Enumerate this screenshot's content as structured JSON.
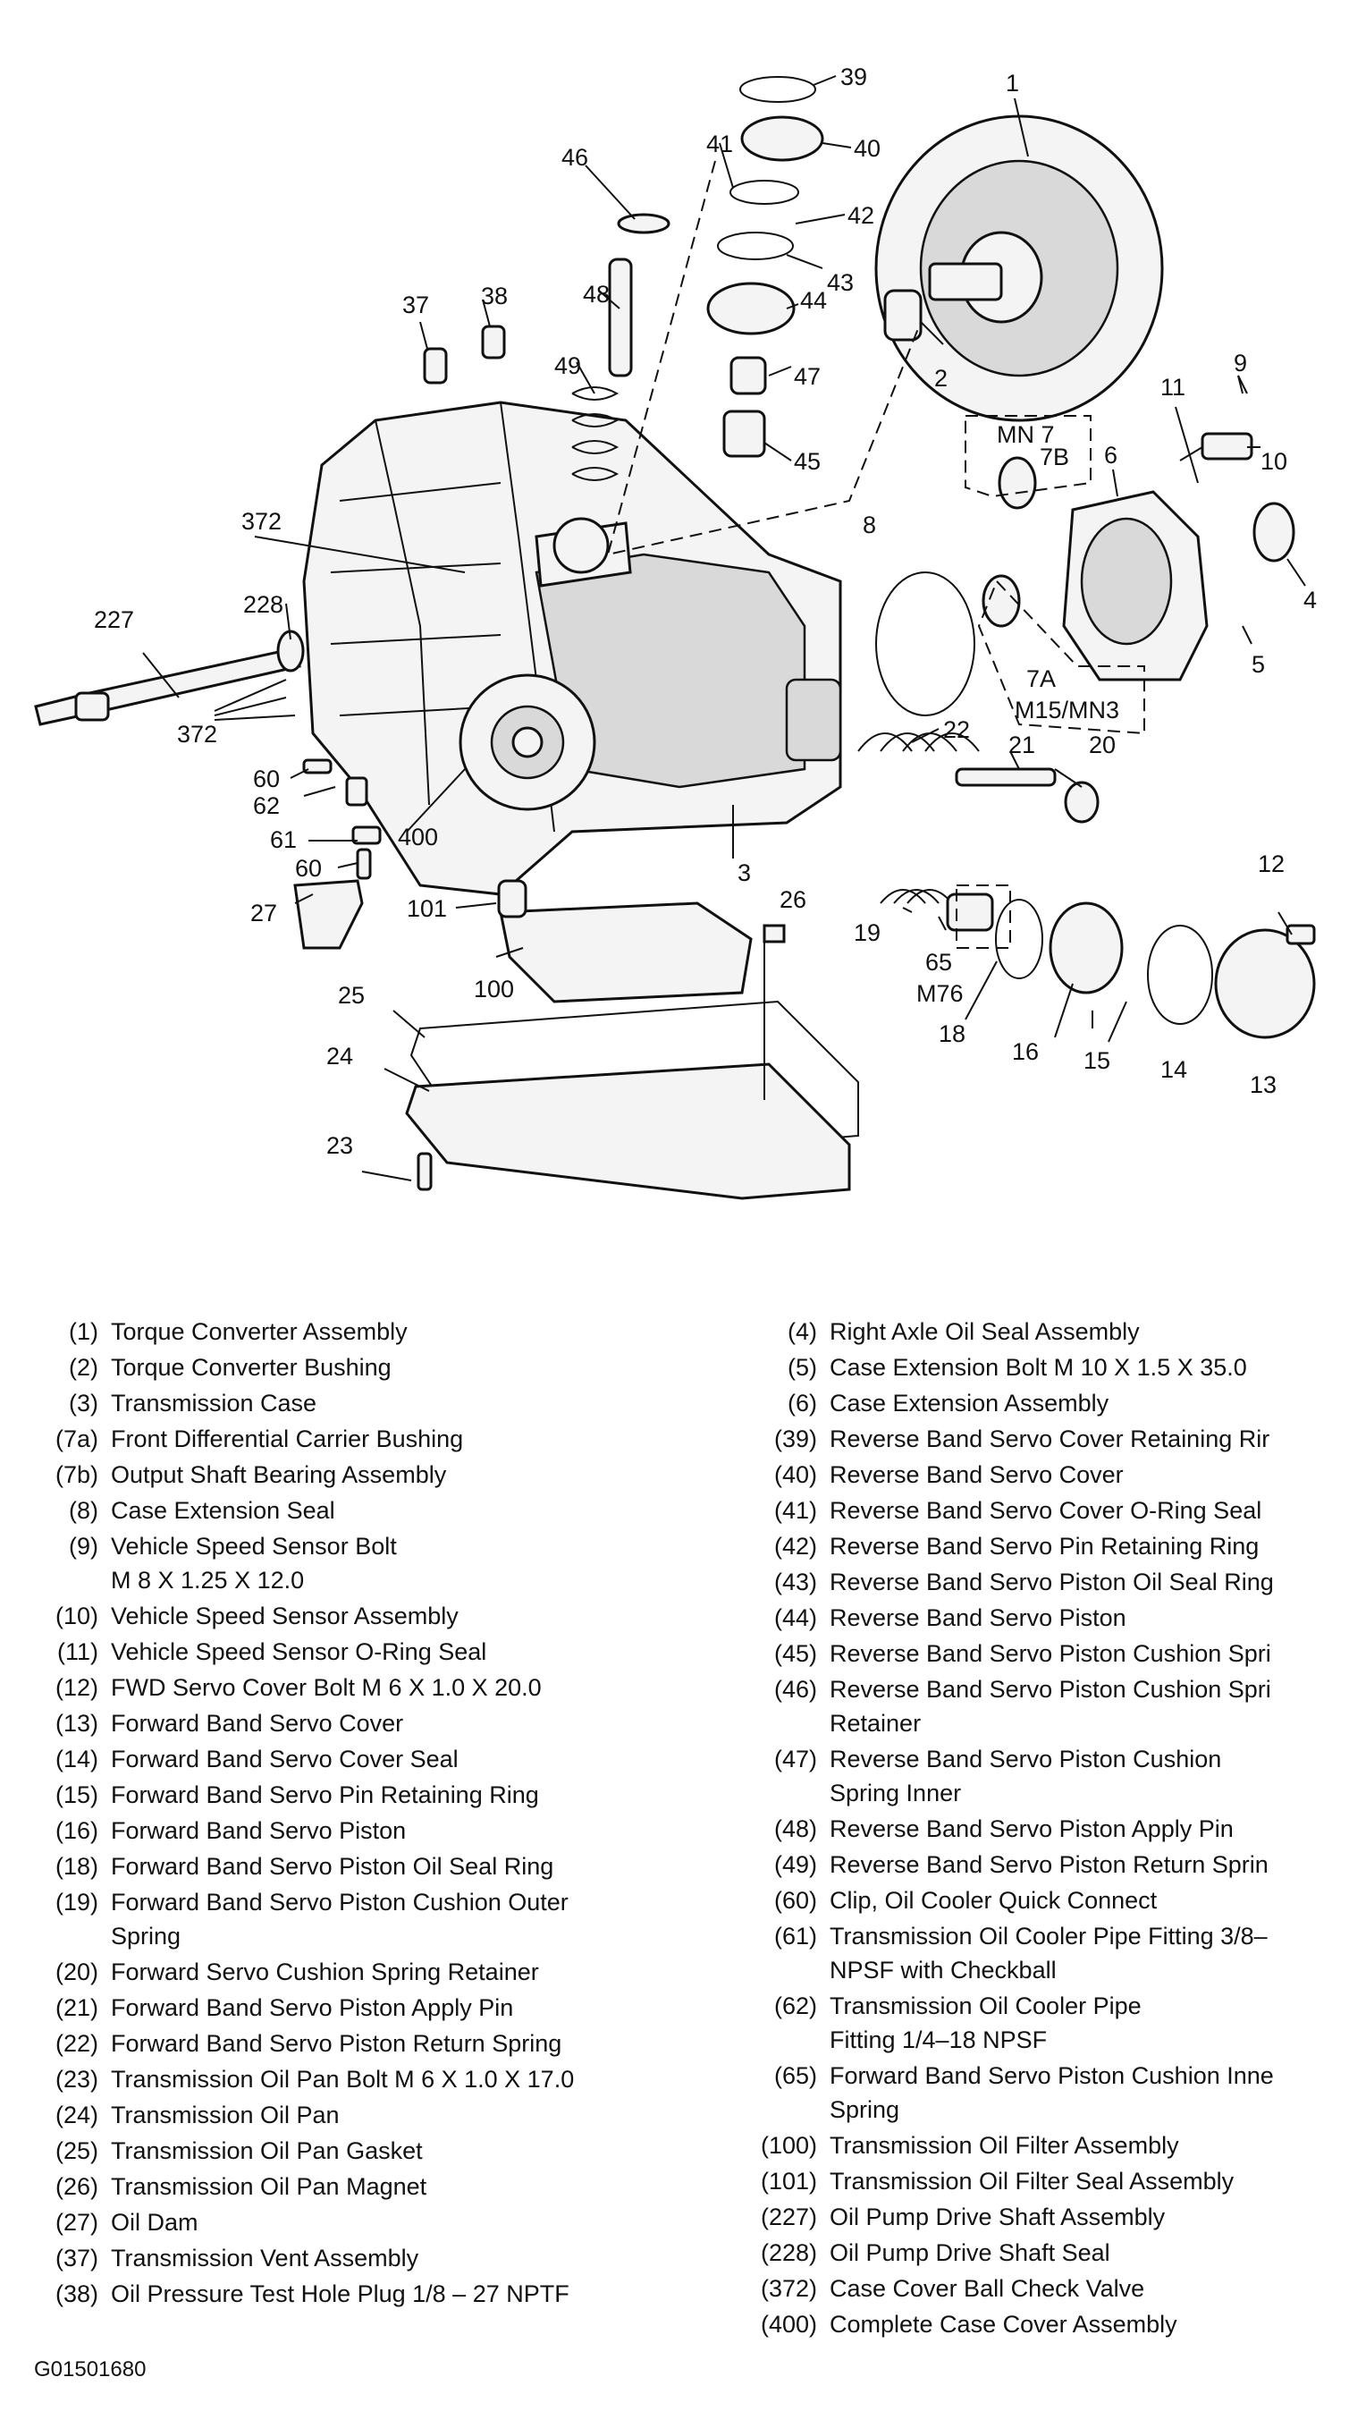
{
  "figure_id": "G01501680",
  "callouts": [
    "1",
    "2",
    "3",
    "4",
    "5",
    "6",
    "7B",
    "7A",
    "M15/MN3",
    "MN 7",
    "8",
    "9",
    "10",
    "11",
    "12",
    "13",
    "14",
    "15",
    "16",
    "18",
    "19",
    "20",
    "21",
    "22",
    "23",
    "24",
    "25",
    "26",
    "27",
    "37",
    "38",
    "39",
    "40",
    "41",
    "42",
    "43",
    "44",
    "45",
    "46",
    "47",
    "48",
    "49",
    "60",
    "61",
    "62",
    "65",
    "M76",
    "100",
    "101",
    "227",
    "228",
    "372",
    "400"
  ],
  "legend_left": [
    {
      "num": "(1)",
      "text": "Torque Converter Assembly"
    },
    {
      "num": "(2)",
      "text": "Torque Converter Bushing"
    },
    {
      "num": "(3)",
      "text": "Transmission Case"
    },
    {
      "num": "(7a)",
      "text": "Front Differential Carrier Bushing"
    },
    {
      "num": "(7b)",
      "text": "Output Shaft Bearing Assembly"
    },
    {
      "num": "(8)",
      "text": "Case Extension Seal"
    },
    {
      "num": "(9)",
      "text": "Vehicle Speed Sensor Bolt\nM 8 X 1.25 X 12.0"
    },
    {
      "num": "(10)",
      "text": "Vehicle Speed Sensor Assembly"
    },
    {
      "num": "(11)",
      "text": "Vehicle Speed Sensor O-Ring Seal"
    },
    {
      "num": "(12)",
      "text": "FWD Servo Cover Bolt M 6 X 1.0 X 20.0"
    },
    {
      "num": "(13)",
      "text": "Forward Band Servo Cover"
    },
    {
      "num": "(14)",
      "text": "Forward Band Servo Cover Seal"
    },
    {
      "num": "(15)",
      "text": "Forward Band Servo Pin Retaining Ring"
    },
    {
      "num": "(16)",
      "text": "Forward Band Servo Piston"
    },
    {
      "num": "(18)",
      "text": "Forward Band Servo Piston Oil Seal Ring"
    },
    {
      "num": "(19)",
      "text": "Forward Band Servo Piston Cushion Outer\nSpring"
    },
    {
      "num": "(20)",
      "text": "Forward Servo Cushion Spring Retainer"
    },
    {
      "num": "(21)",
      "text": "Forward Band Servo Piston Apply Pin"
    },
    {
      "num": "(22)",
      "text": "Forward Band Servo Piston Return Spring"
    },
    {
      "num": "(23)",
      "text": "Transmission Oil Pan Bolt M 6 X 1.0 X 17.0"
    },
    {
      "num": "(24)",
      "text": "Transmission Oil Pan"
    },
    {
      "num": "(25)",
      "text": "Transmission Oil Pan Gasket"
    },
    {
      "num": "(26)",
      "text": "Transmission Oil Pan Magnet"
    },
    {
      "num": "(27)",
      "text": "Oil Dam"
    },
    {
      "num": "(37)",
      "text": "Transmission Vent Assembly"
    },
    {
      "num": "(38)",
      "text": "Oil Pressure Test Hole Plug  1/8 – 27 NPTF"
    }
  ],
  "legend_right": [
    {
      "num": "(4)",
      "text": "Right Axle Oil Seal Assembly"
    },
    {
      "num": "(5)",
      "text": "Case Extension Bolt M 10 X 1.5 X 35.0"
    },
    {
      "num": "(6)",
      "text": "Case Extension Assembly"
    },
    {
      "num": "(39)",
      "text": "Reverse Band Servo Cover Retaining Rir"
    },
    {
      "num": "(40)",
      "text": "Reverse Band Servo Cover"
    },
    {
      "num": "(41)",
      "text": "Reverse Band Servo Cover O-Ring Seal"
    },
    {
      "num": "(42)",
      "text": "Reverse Band Servo Pin Retaining Ring"
    },
    {
      "num": "(43)",
      "text": "Reverse Band Servo Piston Oil Seal Ring"
    },
    {
      "num": "(44)",
      "text": "Reverse Band Servo Piston"
    },
    {
      "num": "(45)",
      "text": "Reverse Band Servo Piston Cushion Spri"
    },
    {
      "num": "(46)",
      "text": "Reverse Band Servo Piston Cushion Spri\nRetainer"
    },
    {
      "num": "(47)",
      "text": "Reverse Band Servo Piston Cushion\nSpring Inner"
    },
    {
      "num": "(48)",
      "text": "Reverse Band Servo Piston Apply Pin"
    },
    {
      "num": "(49)",
      "text": "Reverse Band Servo Piston Return Sprin"
    },
    {
      "num": "(60)",
      "text": "Clip, Oil Cooler Quick Connect"
    },
    {
      "num": "(61)",
      "text": "Transmission Oil Cooler Pipe Fitting 3/8–\nNPSF with Checkball"
    },
    {
      "num": "(62)",
      "text": "Transmission Oil Cooler Pipe\nFitting 1/4–18 NPSF"
    },
    {
      "num": "(65)",
      "text": "Forward Band Servo Piston Cushion Inne\nSpring"
    },
    {
      "num": "(100)",
      "text": "Transmission Oil Filter Assembly"
    },
    {
      "num": "(101)",
      "text": "Transmission Oil Filter Seal Assembly"
    },
    {
      "num": "(227)",
      "text": "Oil Pump Drive Shaft Assembly"
    },
    {
      "num": "(228)",
      "text": "Oil Pump Drive Shaft Seal"
    },
    {
      "num": "(372)",
      "text": "Case Cover Ball Check Valve"
    },
    {
      "num": "(400)",
      "text": "Complete Case Cover Assembly"
    }
  ]
}
